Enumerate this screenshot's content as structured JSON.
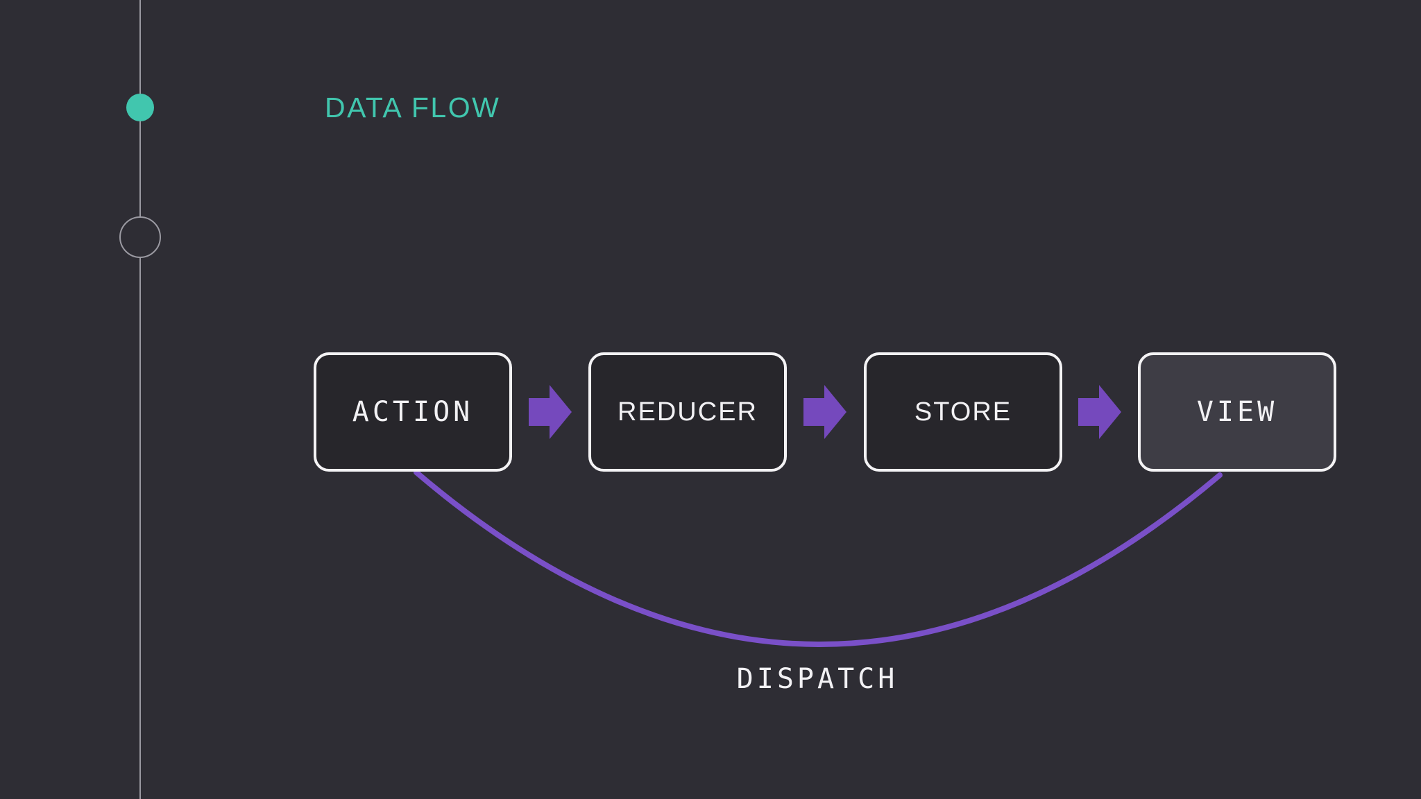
{
  "title": "DATA FLOW",
  "theme": {
    "background": "#2e2d34",
    "panel_fill": "#27262b",
    "panel_fill_active": "#3e3d45",
    "panel_border": "#f4f3f5",
    "accent_teal": "#41c6ae",
    "accent_purple": "#7549bd",
    "curve_purple": "#7a50c8",
    "line_gray": "#9b9aa2",
    "text_light": "#f2f1f4"
  },
  "nodes": [
    {
      "label": "ACTION",
      "text_style": "mono",
      "highlighted": false
    },
    {
      "label": "REDUCER",
      "text_style": "sans",
      "highlighted": false
    },
    {
      "label": "STORE",
      "text_style": "sans",
      "highlighted": false
    },
    {
      "label": "VIEW",
      "text_style": "mono",
      "highlighted": true
    }
  ],
  "dispatch_label": "DISPATCH"
}
